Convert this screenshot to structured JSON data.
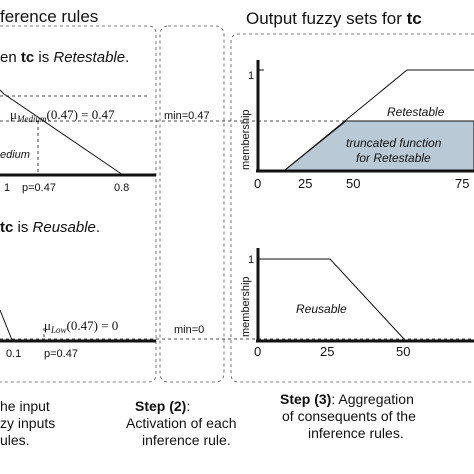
{
  "headers": {
    "left_title": "ference rules",
    "right_title_prefix": "Output fuzzy sets for ",
    "right_title_var": "tc"
  },
  "rule1": {
    "prefix": "en ",
    "var": "tc",
    "middle": " is ",
    "set": "Retestable",
    "suffix": ".",
    "mu_label": "μ",
    "mu_sub": "Medium",
    "mu_expr": "(0.47) = 0.47",
    "set_label": "edium",
    "ticks": [
      "1",
      "p=0.47",
      "0.8"
    ]
  },
  "rule2": {
    "prefix": "",
    "var": "tc",
    "middle": " is ",
    "set": "Reusable",
    "suffix": ".",
    "mu_label": "μ",
    "mu_sub": "Low",
    "mu_expr": "(0.47) = 0",
    "ticks": [
      "0.1",
      "p=0.47"
    ]
  },
  "activation": {
    "min1": "min=0.47",
    "min2": "min=0"
  },
  "output_top": {
    "ylabel": "membership",
    "ytick": "1",
    "set_label": "Retestable",
    "trunc_line1": "truncated function",
    "trunc_line2": "for Retestable",
    "xticks": [
      "0",
      "25",
      "50",
      "75"
    ],
    "fill_color": "#b9c9d6"
  },
  "output_bottom": {
    "ylabel": "membership",
    "ytick": "1",
    "set_label": "Reusable",
    "xticks": [
      "0",
      "25",
      "50"
    ]
  },
  "captions": {
    "left_line1": "he input",
    "left_line2": "zy inputs",
    "left_line3": "ules.",
    "mid_step": "Step (2)",
    "mid_colon": ":",
    "mid_line2": "Activation of each",
    "mid_line3": "inference rule.",
    "right_step": "Step (3)",
    "right_colon": ": Aggregation",
    "right_line2": "of consequents of the",
    "right_line3": "inference rules."
  }
}
